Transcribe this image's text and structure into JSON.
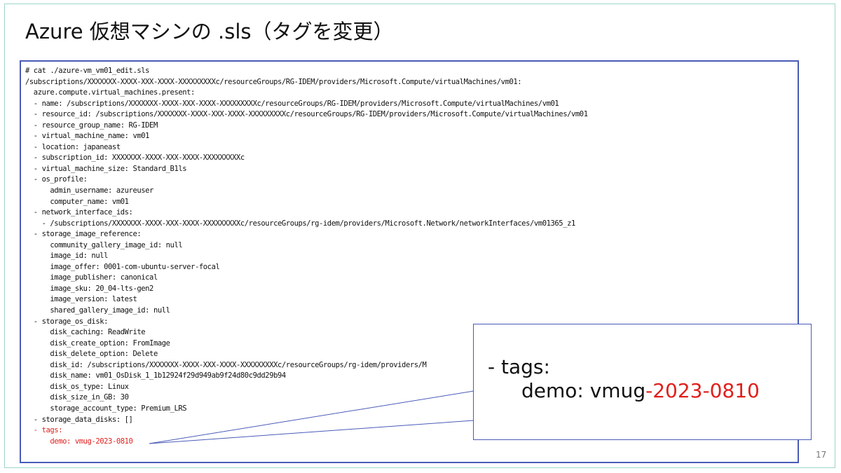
{
  "slide": {
    "title": "Azure 仮想マシンの .sls（タグを変更）",
    "page_number": "17"
  },
  "code": {
    "lines": [
      "# cat ./azure-vm_vm01_edit.sls",
      "/subscriptions/XXXXXXX-XXXX-XXX-XXXX-XXXXXXXXXc/resourceGroups/RG-IDEM/providers/Microsoft.Compute/virtualMachines/vm01:",
      "  azure.compute.virtual_machines.present:",
      "  - name: /subscriptions/XXXXXXX-XXXX-XXX-XXXX-XXXXXXXXXc/resourceGroups/RG-IDEM/providers/Microsoft.Compute/virtualMachines/vm01",
      "  - resource_id: /subscriptions/XXXXXXX-XXXX-XXX-XXXX-XXXXXXXXXc/resourceGroups/RG-IDEM/providers/Microsoft.Compute/virtualMachines/vm01",
      "  - resource_group_name: RG-IDEM",
      "  - virtual_machine_name: vm01",
      "  - location: japaneast",
      "  - subscription_id: XXXXXXX-XXXX-XXX-XXXX-XXXXXXXXXc",
      "  - virtual_machine_size: Standard_B1ls",
      "  - os_profile:",
      "      admin_username: azureuser",
      "      computer_name: vm01",
      "  - network_interface_ids:",
      "    - /subscriptions/XXXXXXX-XXXX-XXX-XXXX-XXXXXXXXXc/resourceGroups/rg-idem/providers/Microsoft.Network/networkInterfaces/vm01365_z1",
      "  - storage_image_reference:",
      "      community_gallery_image_id: null",
      "      image_id: null",
      "      image_offer: 0001-com-ubuntu-server-focal",
      "      image_publisher: canonical",
      "      image_sku: 20_04-lts-gen2",
      "      image_version: latest",
      "      shared_gallery_image_id: null",
      "  - storage_os_disk:",
      "      disk_caching: ReadWrite",
      "      disk_create_option: FromImage",
      "      disk_delete_option: Delete",
      "      disk_id: /subscriptions/XXXXXXX-XXXX-XXX-XXXX-XXXXXXXXXc/resourceGroups/rg-idem/providers/M",
      "      disk_name: vm01_OsDisk_1_1b12924f29d949ab9f24d80c9dd29b94",
      "      disk_os_type: Linux",
      "      disk_size_in_GB: 30",
      "      storage_account_type: Premium_LRS",
      "  - storage_data_disks: []",
      "  - tags:",
      "      demo: vmug-2023-0810"
    ]
  },
  "callout": {
    "line1": "- tags:",
    "line2_prefix": "demo: vmug",
    "line2_accent": "-2023-0810"
  },
  "colors": {
    "highlight": "#e0201b",
    "box_border": "#4a5bb8",
    "frame_border": "#9ed6c8"
  }
}
